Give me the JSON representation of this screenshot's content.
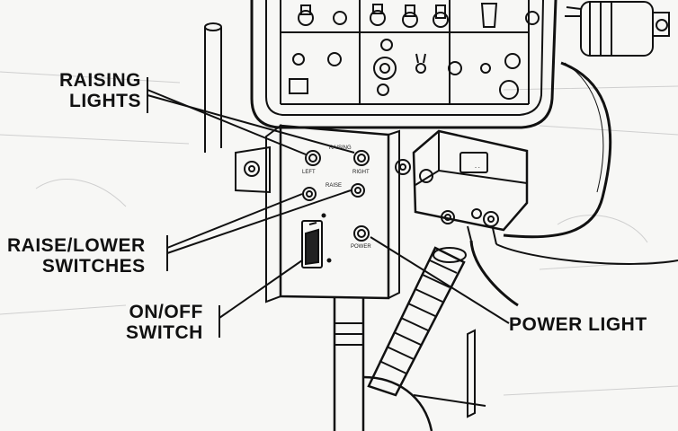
{
  "callouts": {
    "raising_lights": {
      "line1": "RAISING",
      "line2": "LIGHTS"
    },
    "raise_lower": {
      "line1": "RAISE/LOWER",
      "line2": "SWITCHES"
    },
    "on_off": {
      "line1": "ON/OFF",
      "line2": "SWITCH"
    },
    "power_light": "POWER LIGHT"
  },
  "panel_labels": {
    "raising": "RAISING",
    "left": "LEFT",
    "right": "RIGHT",
    "raise": "RAISE",
    "power": "POWER"
  },
  "colors": {
    "ink": "#111111",
    "paper": "#f7f7f5"
  }
}
